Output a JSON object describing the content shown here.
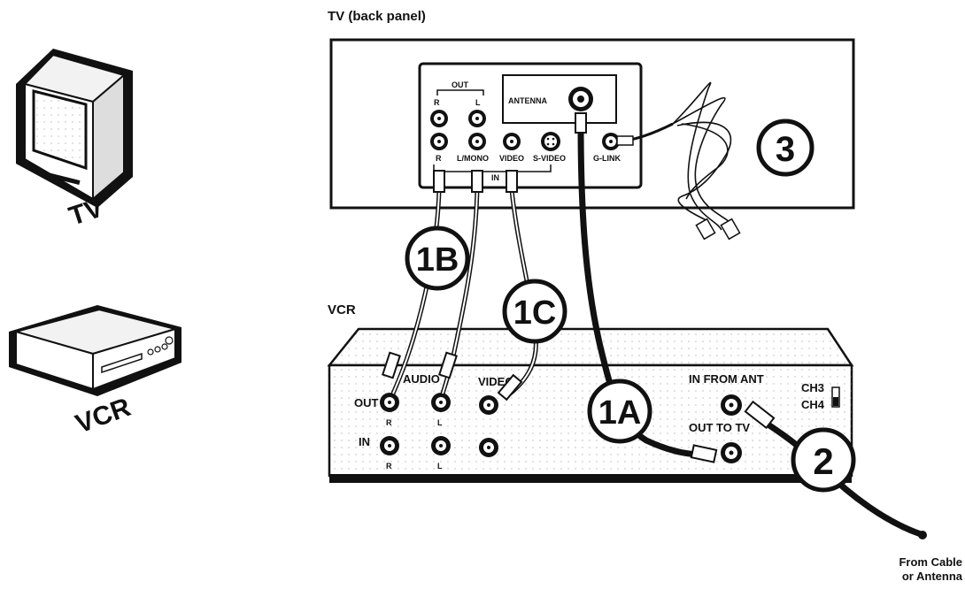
{
  "thumbnails": {
    "tv_label": "TV",
    "vcr_label": "VCR"
  },
  "tv_panel": {
    "title": "TV (back panel)",
    "out_label": "OUT",
    "r_label": "R",
    "l_label": "L",
    "antenna_label": "ANTENNA",
    "r_in_label": "R",
    "lmono_label": "L/MONO",
    "video_label": "VIDEO",
    "svideo_label": "S-VIDEO",
    "glink_label": "G-LINK",
    "in_label": "IN"
  },
  "vcr_panel": {
    "title": "VCR",
    "audio_label": "AUDIO",
    "video_label": "VIDEO",
    "out_label": "OUT",
    "in_label": "IN",
    "r1": "R",
    "l1": "L",
    "r2": "R",
    "l2": "L",
    "in_from_ant": "IN FROM ANT",
    "out_to_tv": "OUT TO TV",
    "ch3": "CH3",
    "ch4": "CH4"
  },
  "callouts": {
    "c1a": "1A",
    "c1b": "1B",
    "c1c": "1C",
    "c2": "2",
    "c3": "3"
  },
  "footer": {
    "line1": "From Cable",
    "line2": "or Antenna"
  }
}
